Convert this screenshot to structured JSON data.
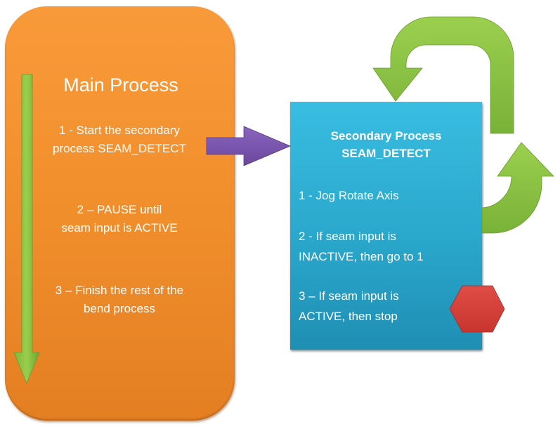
{
  "main_process": {
    "title": "Main Process",
    "steps": [
      {
        "line1": "1 - Start the secondary",
        "line2": "process SEAM_DETECT"
      },
      {
        "line1": "2 – PAUSE until",
        "line2": "seam input is ACTIVE"
      },
      {
        "line1": "3 – Finish the rest of the",
        "line2": "bend process"
      }
    ]
  },
  "secondary_process": {
    "title_line1": "Secondary Process",
    "title_line2": "SEAM_DETECT",
    "steps": [
      {
        "line1": "1 - Jog Rotate Axis",
        "line2": ""
      },
      {
        "line1": "2 - If seam input is",
        "line2": "INACTIVE, then go to 1"
      },
      {
        "line1": "3 – If seam input is",
        "line2": "ACTIVE, then stop"
      }
    ]
  },
  "colors": {
    "main_box": "#f39130",
    "secondary_box": "#2fb0d6",
    "flow_arrow": "#8cc43f",
    "connector_arrow": "#7a55ad",
    "stop_sign": "#d94240",
    "text": "#ffffff"
  }
}
